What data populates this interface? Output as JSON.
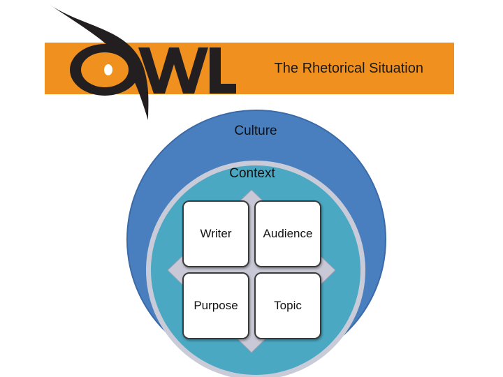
{
  "header": {
    "logo_text": "OWL",
    "title": "The Rhetorical Situation"
  },
  "diagram": {
    "outer_label": "Culture",
    "inner_label": "Context",
    "quadrants": [
      "Writer",
      "Audience",
      "Purpose",
      "Topic"
    ]
  },
  "colors": {
    "banner": "#f0901e",
    "outer_ring": "#4a7fbf",
    "inner_circle": "#4aa8c2",
    "inner_ring": "#c9ccd8",
    "diamond": "#c8c8d6",
    "logo": "#231f20"
  }
}
